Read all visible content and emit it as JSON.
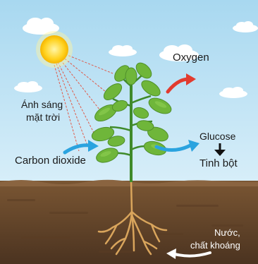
{
  "labels": {
    "oxygen": "Oxygen",
    "sunlight_line1": "Ánh sáng",
    "sunlight_line2": "mặt trời",
    "glucose": "Glucose",
    "starch": "Tinh bột",
    "carbon_dioxide": "Carbon dioxide",
    "water_minerals_line1": "Nước,",
    "water_minerals_line2": "chất khoáng"
  },
  "colors": {
    "sky": "#bfe3f5",
    "soil_top": "#6b4a2c",
    "soil_bottom": "#4a3220",
    "leaf": "#6fb63a",
    "stem": "#3f8a2a",
    "sun": "#ffd21f",
    "oxygen_arrow": "#e23b2e",
    "blue_arrow": "#2aa3df",
    "root": "#d9a55c",
    "ray": "#e05a4a"
  },
  "icons": {
    "sun": "sun-icon",
    "cloud": "cloud-icon",
    "plant": "plant-icon",
    "roots": "roots-icon"
  }
}
